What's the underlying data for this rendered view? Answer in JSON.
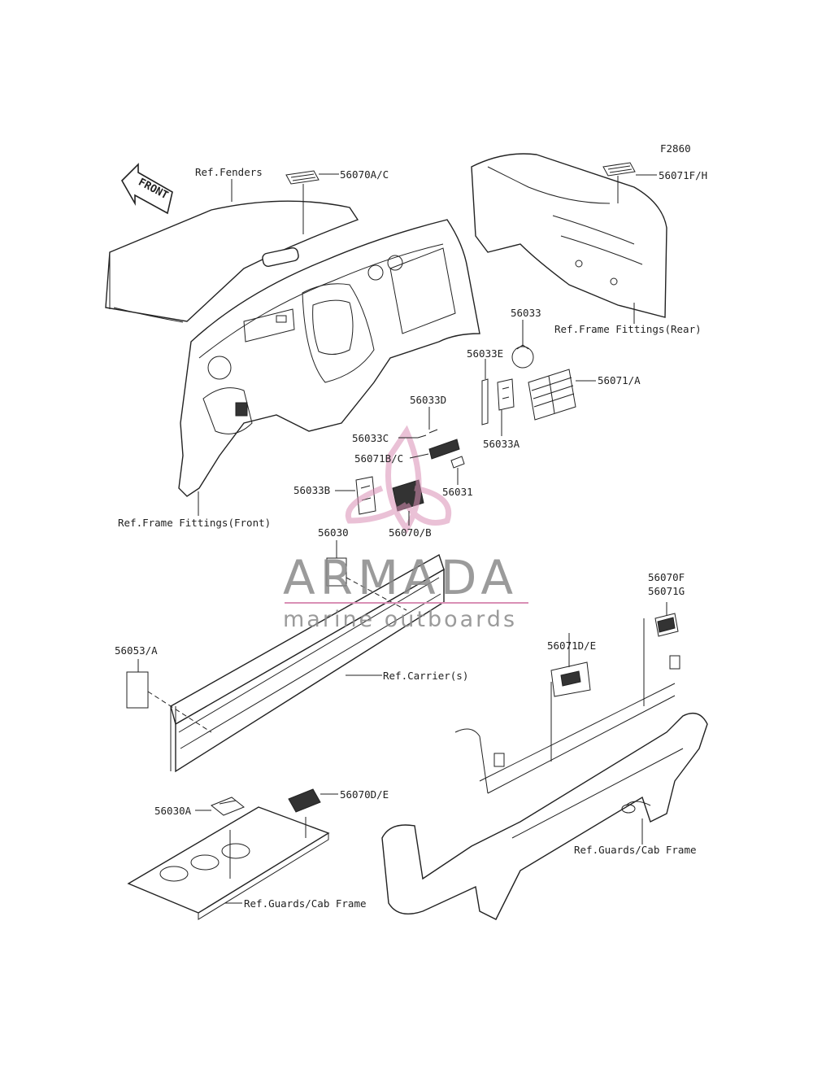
{
  "figure_code": "F2860",
  "front_arrow": "FRONT",
  "watermark": {
    "brand": "ARMADA",
    "tagline": "marine outboards",
    "accent_color": "#d98fb5"
  },
  "references": {
    "fenders": "Ref.Fenders",
    "frame_front": "Ref.Frame Fittings(Front)",
    "frame_rear": "Ref.Frame Fittings(Rear)",
    "carrier": "Ref.Carrier(s)",
    "guards_right": "Ref.Guards/Cab Frame",
    "guards_left": "Ref.Guards/Cab Frame"
  },
  "parts": {
    "p56070AC": "56070A/C",
    "p56071FH": "56071F/H",
    "p56033": "56033",
    "p56033E": "56033E",
    "p56071A": "56071/A",
    "p56033D": "56033D",
    "p56033C": "56033C",
    "p56033A": "56033A",
    "p56071BC": "56071B/C",
    "p56031": "56031",
    "p56033B": "56033B",
    "p56070B": "56070/B",
    "p56030": "56030",
    "p56070F": "56070F",
    "p56071G": "56071G",
    "p56053A": "56053/A",
    "p56071DE": "56071D/E",
    "p56030A": "56030A",
    "p56070DE": "56070D/E"
  }
}
